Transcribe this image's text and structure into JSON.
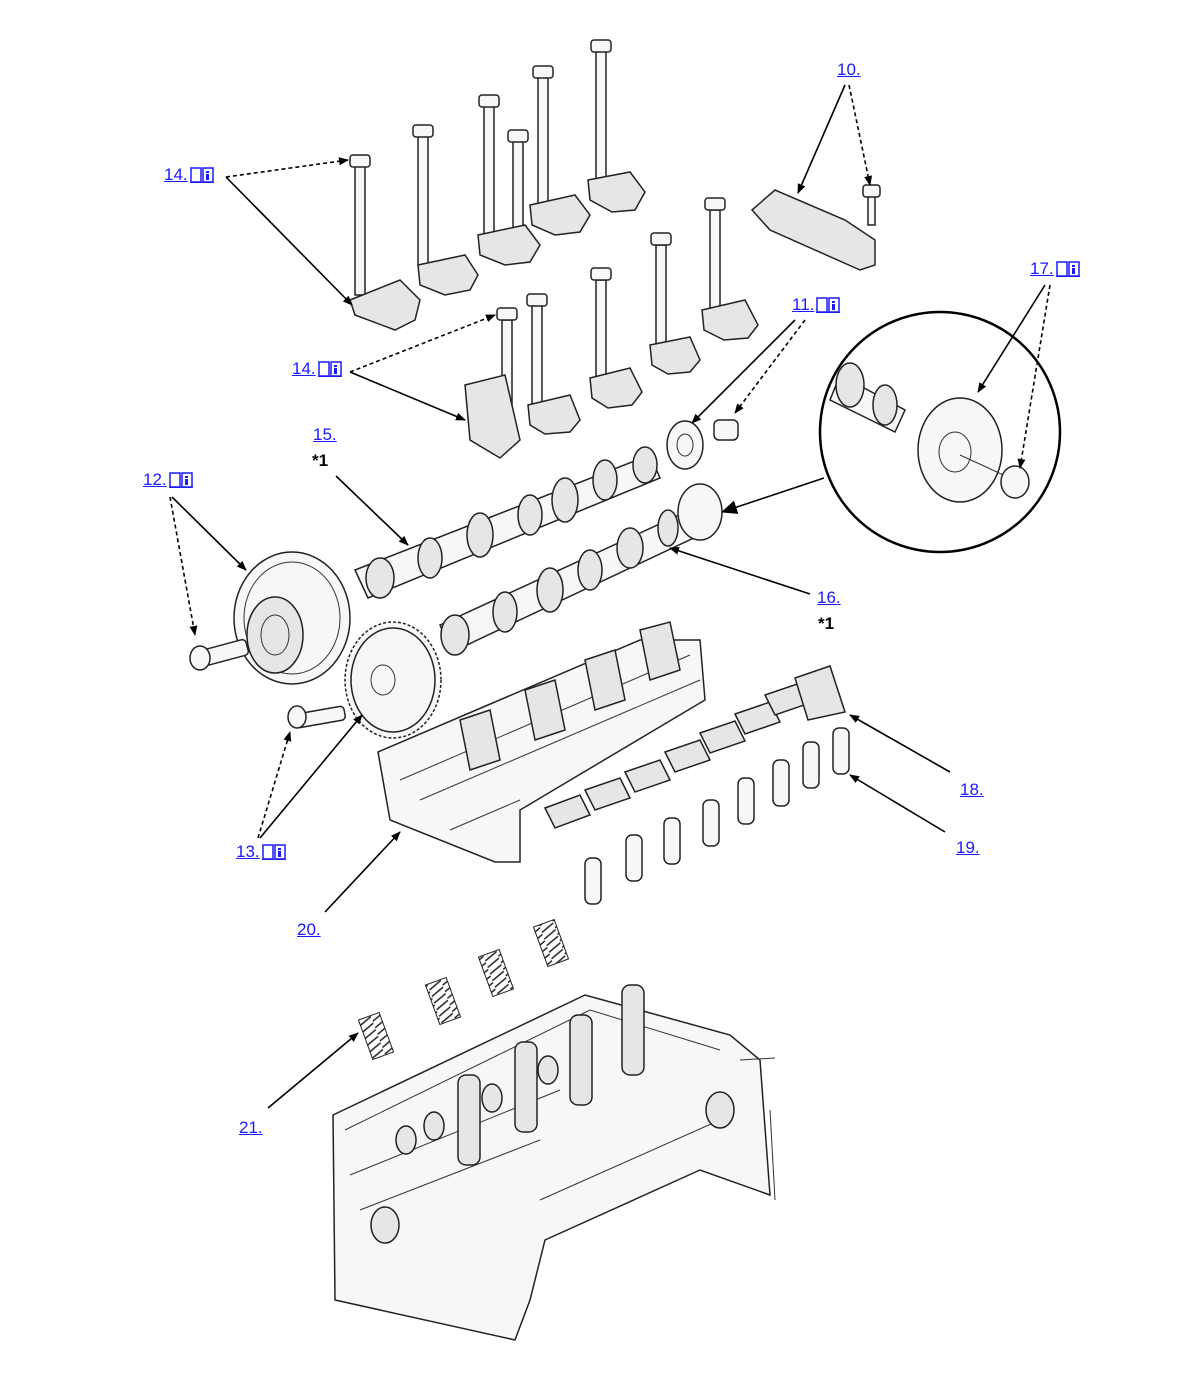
{
  "callouts": {
    "c10": "10.",
    "c11": "11.",
    "c12": "12.",
    "c13": "13.",
    "c14a": "14.",
    "c14b": "14.",
    "c15": "15.",
    "c16": "16.",
    "c17": "17.",
    "c18": "18.",
    "c19": "19.",
    "c20": "20.",
    "c21": "21."
  },
  "notes": {
    "n15": "*1",
    "n16": "*1"
  },
  "colors": {
    "link": "#1a1aff",
    "line": "#000000",
    "part_fill": "#f7f7f7"
  },
  "icons": {
    "manual": "open-book-info-icon"
  }
}
